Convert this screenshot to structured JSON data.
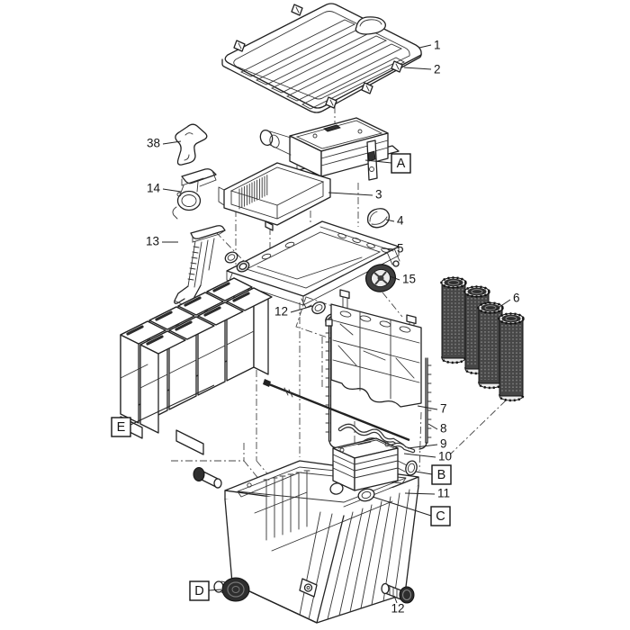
{
  "diagram": {
    "kind": "exploded-parts-diagram",
    "colors": {
      "background": "#ffffff",
      "line": "#222222",
      "dark_fill": "#2e2e2e"
    },
    "callouts": {
      "c1": "1",
      "c2": "2",
      "c3": "3",
      "c4": "4",
      "c5": "5",
      "c6": "6",
      "c7": "7",
      "c8": "8",
      "c9": "9",
      "c10": "10",
      "c11": "11",
      "c12_seals": "12",
      "c12_fitting": "12",
      "c13": "13",
      "c14": "14",
      "c15": "15",
      "c38": "38",
      "refA": "A",
      "refB": "B",
      "refC": "C",
      "refD": "D",
      "refE": "E"
    }
  }
}
